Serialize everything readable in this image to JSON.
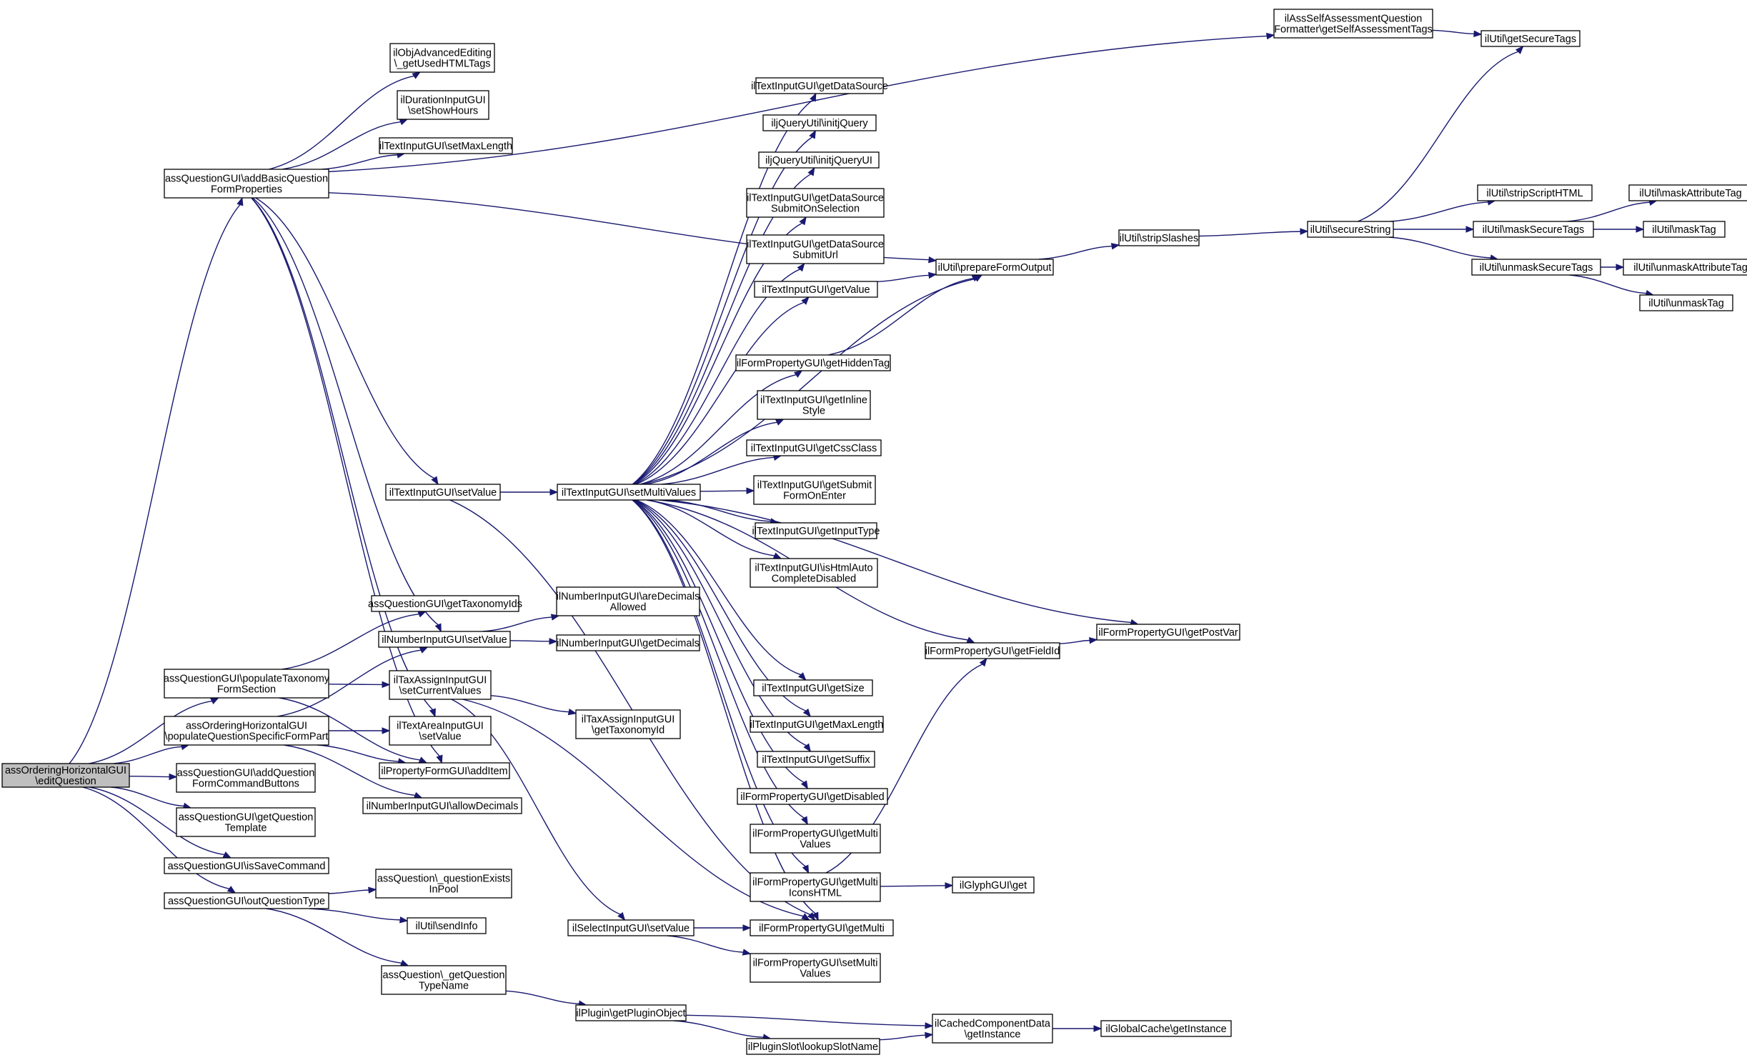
{
  "graph": {
    "title": "",
    "nodes": [
      {
        "id": "root",
        "lines": [
          "assOrderingHorizontalGUI",
          "\\editQuestion"
        ],
        "root": true
      },
      {
        "id": "addBasic",
        "lines": [
          "assQuestionGUI\\addBasicQuestion",
          "FormProperties"
        ]
      },
      {
        "id": "popTax",
        "lines": [
          "assQuestionGUI\\populateTaxonomy",
          "FormSection"
        ]
      },
      {
        "id": "popSpec",
        "lines": [
          "assOrderingHorizontalGUI",
          "\\populateQuestionSpecificFormPart"
        ]
      },
      {
        "id": "addCmd",
        "lines": [
          "assQuestionGUI\\addQuestion",
          "FormCommandButtons"
        ]
      },
      {
        "id": "getTpl",
        "lines": [
          "assQuestionGUI\\getQuestion",
          "Template"
        ]
      },
      {
        "id": "isSave",
        "lines": [
          "assQuestionGUI\\isSaveCommand"
        ]
      },
      {
        "id": "outType",
        "lines": [
          "assQuestionGUI\\outQuestionType"
        ]
      },
      {
        "id": "objAdv",
        "lines": [
          "ilObjAdvancedEditing",
          "\\_getUsedHTMLTags"
        ]
      },
      {
        "id": "durShow",
        "lines": [
          "ilDurationInputGUI",
          "\\setShowHours"
        ]
      },
      {
        "id": "txtMaxLen",
        "lines": [
          "ilTextInputGUI\\setMaxLength"
        ]
      },
      {
        "id": "txtSetVal",
        "lines": [
          "ilTextInputGUI\\setValue"
        ]
      },
      {
        "id": "getTaxIds",
        "lines": [
          "assQuestionGUI\\getTaxonomyIds"
        ]
      },
      {
        "id": "numSetVal",
        "lines": [
          "ilNumberInputGUI\\setValue"
        ]
      },
      {
        "id": "taxSetCur",
        "lines": [
          "ilTaxAssignInputGUI",
          "\\setCurrentValues"
        ]
      },
      {
        "id": "taSetVal",
        "lines": [
          "ilTextAreaInputGUI",
          "\\setValue"
        ]
      },
      {
        "id": "addItem",
        "lines": [
          "ilPropertyFormGUI\\addItem"
        ]
      },
      {
        "id": "allowDec",
        "lines": [
          "ilNumberInputGUI\\allowDecimals"
        ]
      },
      {
        "id": "qExists",
        "lines": [
          "assQuestion\\_questionExists",
          "InPool"
        ]
      },
      {
        "id": "sendInfo",
        "lines": [
          "ilUtil\\sendInfo"
        ]
      },
      {
        "id": "getTypeName",
        "lines": [
          "assQuestion\\_getQuestion",
          "TypeName"
        ]
      },
      {
        "id": "setMulti",
        "lines": [
          "ilTextInputGUI\\setMultiValues"
        ]
      },
      {
        "id": "areDec",
        "lines": [
          "ilNumberInputGUI\\areDecimals",
          "Allowed"
        ]
      },
      {
        "id": "getDec",
        "lines": [
          "ilNumberInputGUI\\getDecimals"
        ]
      },
      {
        "id": "taxId",
        "lines": [
          "ilTaxAssignInputGUI",
          "\\getTaxonomyId"
        ]
      },
      {
        "id": "selSetVal",
        "lines": [
          "ilSelectInputGUI\\setValue"
        ]
      },
      {
        "id": "plugObj",
        "lines": [
          "ilPlugin\\getPluginObject"
        ]
      },
      {
        "id": "slotName",
        "lines": [
          "ilPluginSlot\\lookupSlotName"
        ]
      },
      {
        "id": "getDS",
        "lines": [
          "ilTextInputGUI\\getDataSource"
        ]
      },
      {
        "id": "jq",
        "lines": [
          "iljQueryUtil\\initjQuery"
        ]
      },
      {
        "id": "jqui",
        "lines": [
          "iljQueryUtil\\initjQueryUI"
        ]
      },
      {
        "id": "dsSel",
        "lines": [
          "ilTextInputGUI\\getDataSource",
          "SubmitOnSelection"
        ]
      },
      {
        "id": "dsUrl",
        "lines": [
          "ilTextInputGUI\\getDataSource",
          "SubmitUrl"
        ]
      },
      {
        "id": "getVal",
        "lines": [
          "ilTextInputGUI\\getValue"
        ]
      },
      {
        "id": "hidTag",
        "lines": [
          "ilFormPropertyGUI\\getHiddenTag"
        ]
      },
      {
        "id": "inline",
        "lines": [
          "ilTextInputGUI\\getInline",
          "Style"
        ]
      },
      {
        "id": "css",
        "lines": [
          "ilTextInputGUI\\getCssClass"
        ]
      },
      {
        "id": "subEnter",
        "lines": [
          "ilTextInputGUI\\getSubmit",
          "FormOnEnter"
        ]
      },
      {
        "id": "inType",
        "lines": [
          "ilTextInputGUI\\getInputType"
        ]
      },
      {
        "id": "htmlAuto",
        "lines": [
          "ilTextInputGUI\\isHtmlAuto",
          "CompleteDisabled"
        ]
      },
      {
        "id": "size",
        "lines": [
          "ilTextInputGUI\\getSize"
        ]
      },
      {
        "id": "maxLen",
        "lines": [
          "ilTextInputGUI\\getMaxLength"
        ]
      },
      {
        "id": "suffix",
        "lines": [
          "ilTextInputGUI\\getSuffix"
        ]
      },
      {
        "id": "disabled",
        "lines": [
          "ilFormPropertyGUI\\getDisabled"
        ]
      },
      {
        "id": "multiVals",
        "lines": [
          "ilFormPropertyGUI\\getMulti",
          "Values"
        ]
      },
      {
        "id": "multiIcons",
        "lines": [
          "ilFormPropertyGUI\\getMulti",
          "IconsHTML"
        ]
      },
      {
        "id": "getMulti",
        "lines": [
          "ilFormPropertyGUI\\getMulti"
        ]
      },
      {
        "id": "setMultiVals",
        "lines": [
          "ilFormPropertyGUI\\setMulti",
          "Values"
        ]
      },
      {
        "id": "prepOut",
        "lines": [
          "ilUtil\\prepareFormOutput"
        ]
      },
      {
        "id": "fieldId",
        "lines": [
          "ilFormPropertyGUI\\getFieldId"
        ]
      },
      {
        "id": "postVar",
        "lines": [
          "ilFormPropertyGUI\\getPostVar"
        ]
      },
      {
        "id": "glyph",
        "lines": [
          "ilGlyphGUI\\get"
        ]
      },
      {
        "id": "cached",
        "lines": [
          "ilCachedComponentData",
          "\\getInstance"
        ]
      },
      {
        "id": "globalCache",
        "lines": [
          "ilGlobalCache\\getInstance"
        ]
      },
      {
        "id": "selfAssess",
        "lines": [
          "ilAssSelfAssessmentQuestion",
          "Formatter\\getSelfAssessmentTags"
        ]
      },
      {
        "id": "secTags",
        "lines": [
          "ilUtil\\getSecureTags"
        ]
      },
      {
        "id": "strip",
        "lines": [
          "ilUtil\\stripSlashes"
        ]
      },
      {
        "id": "secStr",
        "lines": [
          "ilUtil\\secureString"
        ]
      },
      {
        "id": "stripScript",
        "lines": [
          "ilUtil\\stripScriptHTML"
        ]
      },
      {
        "id": "maskSec",
        "lines": [
          "ilUtil\\maskSecureTags"
        ]
      },
      {
        "id": "unmaskSec",
        "lines": [
          "ilUtil\\unmaskSecureTags"
        ]
      },
      {
        "id": "maskAttr",
        "lines": [
          "ilUtil\\maskAttributeTag"
        ]
      },
      {
        "id": "maskTag",
        "lines": [
          "ilUtil\\maskTag"
        ]
      },
      {
        "id": "unmaskAttr",
        "lines": [
          "ilUtil\\unmaskAttributeTag"
        ]
      },
      {
        "id": "unmaskTag",
        "lines": [
          "ilUtil\\unmaskTag"
        ]
      }
    ],
    "edges": [
      [
        "root",
        "addBasic"
      ],
      [
        "root",
        "popTax"
      ],
      [
        "root",
        "popSpec"
      ],
      [
        "root",
        "addCmd"
      ],
      [
        "root",
        "getTpl"
      ],
      [
        "root",
        "isSave"
      ],
      [
        "root",
        "outType"
      ],
      [
        "addBasic",
        "objAdv"
      ],
      [
        "addBasic",
        "durShow"
      ],
      [
        "addBasic",
        "txtMaxLen"
      ],
      [
        "addBasic",
        "txtSetVal"
      ],
      [
        "addBasic",
        "numSetVal"
      ],
      [
        "addBasic",
        "taSetVal"
      ],
      [
        "addBasic",
        "addItem"
      ],
      [
        "addBasic",
        "prepOut"
      ],
      [
        "addBasic",
        "selfAssess"
      ],
      [
        "popTax",
        "getTaxIds"
      ],
      [
        "popTax",
        "taxSetCur"
      ],
      [
        "popTax",
        "addItem"
      ],
      [
        "popSpec",
        "numSetVal"
      ],
      [
        "popSpec",
        "taSetVal"
      ],
      [
        "popSpec",
        "addItem"
      ],
      [
        "popSpec",
        "allowDec"
      ],
      [
        "outType",
        "qExists"
      ],
      [
        "outType",
        "sendInfo"
      ],
      [
        "outType",
        "getTypeName"
      ],
      [
        "txtSetVal",
        "setMulti"
      ],
      [
        "txtSetVal",
        "getMulti"
      ],
      [
        "numSetVal",
        "areDec"
      ],
      [
        "numSetVal",
        "getDec"
      ],
      [
        "taxSetCur",
        "taxId"
      ],
      [
        "taxSetCur",
        "selSetVal"
      ],
      [
        "taxSetCur",
        "getMulti"
      ],
      [
        "getTypeName",
        "plugObj"
      ],
      [
        "plugObj",
        "cached"
      ],
      [
        "plugObj",
        "slotName"
      ],
      [
        "slotName",
        "cached"
      ],
      [
        "selSetVal",
        "getMulti"
      ],
      [
        "selSetVal",
        "setMultiVals"
      ],
      [
        "setMulti",
        "getDS"
      ],
      [
        "setMulti",
        "jq"
      ],
      [
        "setMulti",
        "jqui"
      ],
      [
        "setMulti",
        "dsSel"
      ],
      [
        "setMulti",
        "dsUrl"
      ],
      [
        "setMulti",
        "getVal"
      ],
      [
        "setMulti",
        "hidTag"
      ],
      [
        "setMulti",
        "inline"
      ],
      [
        "setMulti",
        "css"
      ],
      [
        "setMulti",
        "subEnter"
      ],
      [
        "setMulti",
        "inType"
      ],
      [
        "setMulti",
        "htmlAuto"
      ],
      [
        "setMulti",
        "postVar"
      ],
      [
        "setMulti",
        "fieldId"
      ],
      [
        "setMulti",
        "size"
      ],
      [
        "setMulti",
        "maxLen"
      ],
      [
        "setMulti",
        "suffix"
      ],
      [
        "setMulti",
        "disabled"
      ],
      [
        "setMulti",
        "multiVals"
      ],
      [
        "setMulti",
        "multiIcons"
      ],
      [
        "setMulti",
        "getMulti"
      ],
      [
        "setMulti",
        "prepOut"
      ],
      [
        "getVal",
        "prepOut"
      ],
      [
        "hidTag",
        "prepOut"
      ],
      [
        "multiIcons",
        "fieldId"
      ],
      [
        "multiIcons",
        "glyph"
      ],
      [
        "fieldId",
        "postVar"
      ],
      [
        "cached",
        "globalCache"
      ],
      [
        "selfAssess",
        "secTags"
      ],
      [
        "prepOut",
        "strip"
      ],
      [
        "strip",
        "secStr"
      ],
      [
        "secStr",
        "secTags"
      ],
      [
        "secStr",
        "stripScript"
      ],
      [
        "secStr",
        "maskSec"
      ],
      [
        "secStr",
        "unmaskSec"
      ],
      [
        "maskSec",
        "maskAttr"
      ],
      [
        "maskSec",
        "maskTag"
      ],
      [
        "unmaskSec",
        "unmaskAttr"
      ],
      [
        "unmaskSec",
        "unmaskTag"
      ]
    ]
  }
}
